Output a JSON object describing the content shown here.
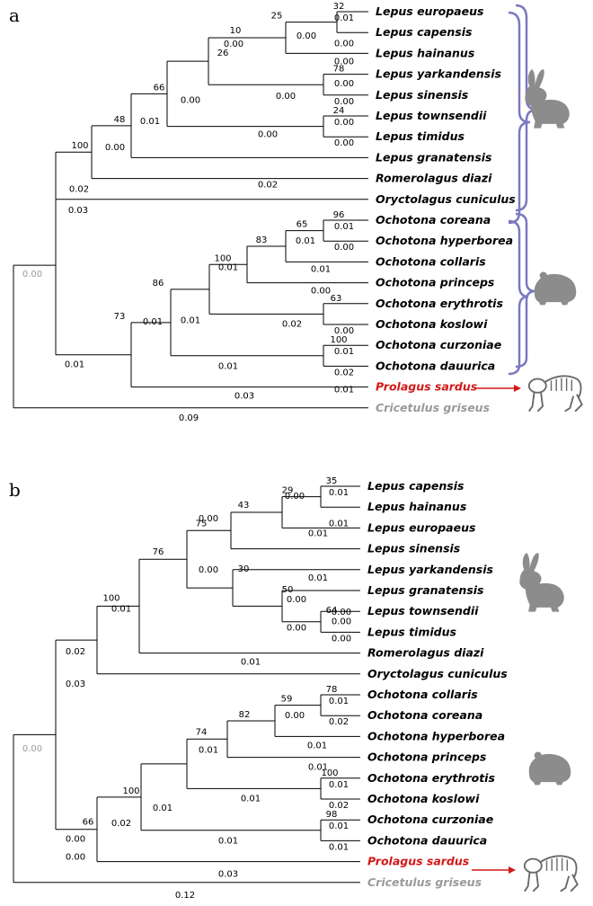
{
  "panels": [
    {
      "letter": "a",
      "root_bootstrap": "0.00",
      "taxa": [
        {
          "name": "Lepus europaeus",
          "color": "black"
        },
        {
          "name": "Lepus capensis",
          "color": "black"
        },
        {
          "name": "Lepus hainanus",
          "color": "black"
        },
        {
          "name": "Lepus yarkandensis",
          "color": "black"
        },
        {
          "name": "Lepus sinensis",
          "color": "black"
        },
        {
          "name": "Lepus townsendii",
          "color": "black"
        },
        {
          "name": "Lepus timidus",
          "color": "black"
        },
        {
          "name": "Lepus granatensis",
          "color": "black"
        },
        {
          "name": "Romerolagus diazi",
          "color": "black"
        },
        {
          "name": "Oryctolagus cuniculus",
          "color": "black"
        },
        {
          "name": "Ochotona coreana",
          "color": "black"
        },
        {
          "name": "Ochotona hyperborea",
          "color": "black"
        },
        {
          "name": "Ochotona collaris",
          "color": "black"
        },
        {
          "name": "Ochotona princeps",
          "color": "black"
        },
        {
          "name": "Ochotona erythrotis",
          "color": "black"
        },
        {
          "name": "Ochotona koslowi",
          "color": "black"
        },
        {
          "name": "Ochotona curzoniae",
          "color": "black"
        },
        {
          "name": "Ochotona dauurica",
          "color": "black"
        },
        {
          "name": "Prolagus sardus",
          "color": "red"
        },
        {
          "name": "Cricetulus griseus",
          "color": "gray"
        }
      ],
      "node_labels": [
        "32",
        "25",
        "10",
        "78",
        "24",
        "26",
        "66",
        "48",
        "100",
        "96",
        "65",
        "83",
        "100",
        "63",
        "86",
        "100",
        "73"
      ],
      "branch_labels": [
        "0.01",
        "0.00",
        "0.00",
        "0.00",
        "0.00",
        "0.00",
        "0.00",
        "0.00",
        "0.00",
        "0.00",
        "0.00",
        "0.00",
        "0.01",
        "0.00",
        "0.02",
        "0.03",
        "0.02",
        "0.01",
        "0.01",
        "0.00",
        "0.01",
        "0.01",
        "0.00",
        "0.01",
        "0.02",
        "0.00",
        "0.01",
        "0.01",
        "0.02",
        "0.01",
        "0.01",
        "0.01",
        "0.03",
        "0.09"
      ]
    },
    {
      "letter": "b",
      "root_bootstrap": "0.00",
      "taxa": [
        {
          "name": "Lepus capensis",
          "color": "black"
        },
        {
          "name": "Lepus hainanus",
          "color": "black"
        },
        {
          "name": "Lepus europaeus",
          "color": "black"
        },
        {
          "name": "Lepus sinensis",
          "color": "black"
        },
        {
          "name": "Lepus yarkandensis",
          "color": "black"
        },
        {
          "name": "Lepus granatensis",
          "color": "black"
        },
        {
          "name": "Lepus townsendii",
          "color": "black"
        },
        {
          "name": "Lepus timidus",
          "color": "black"
        },
        {
          "name": "Romerolagus diazi",
          "color": "black"
        },
        {
          "name": "Oryctolagus cuniculus",
          "color": "black"
        },
        {
          "name": "Ochotona collaris",
          "color": "black"
        },
        {
          "name": "Ochotona coreana",
          "color": "black"
        },
        {
          "name": "Ochotona hyperborea",
          "color": "black"
        },
        {
          "name": "Ochotona princeps",
          "color": "black"
        },
        {
          "name": "Ochotona erythrotis",
          "color": "black"
        },
        {
          "name": "Ochotona koslowi",
          "color": "black"
        },
        {
          "name": "Ochotona curzoniae",
          "color": "black"
        },
        {
          "name": "Ochotona dauurica",
          "color": "black"
        },
        {
          "name": "Prolagus sardus",
          "color": "red"
        },
        {
          "name": "Cricetulus griseus",
          "color": "gray"
        }
      ],
      "node_labels": [
        "35",
        "29",
        "43",
        "75",
        "30",
        "50",
        "64",
        "76",
        "100",
        "78",
        "59",
        "82",
        "74",
        "100",
        "100",
        "98",
        "66"
      ],
      "branch_labels": [
        "0.01",
        "0.00",
        "0.01",
        "0.00",
        "0.01",
        "0.00",
        "0.01",
        "0.01",
        "0.00",
        "0.00",
        "0.00",
        "0.00",
        "0.00",
        "0.01",
        "0.02",
        "0.03",
        "0.01",
        "0.00",
        "0.02",
        "0.01",
        "0.01",
        "0.01",
        "0.01",
        "0.01",
        "0.01",
        "0.02",
        "0.01",
        "0.01",
        "0.00",
        "0.01",
        "0.02",
        "0.00",
        "0.03",
        "0.12"
      ]
    }
  ],
  "colors": {
    "line": "#000000",
    "bracket": "#7b79c0",
    "silhouette": "#8c8c8c",
    "highlight_red": "#d01818",
    "outgroup_gray": "#9a9a9a"
  },
  "icons": [
    "hare-silhouette-icon",
    "pika-silhouette-icon",
    "prolagus-skeleton-icon",
    "arrow-right-icon"
  ]
}
